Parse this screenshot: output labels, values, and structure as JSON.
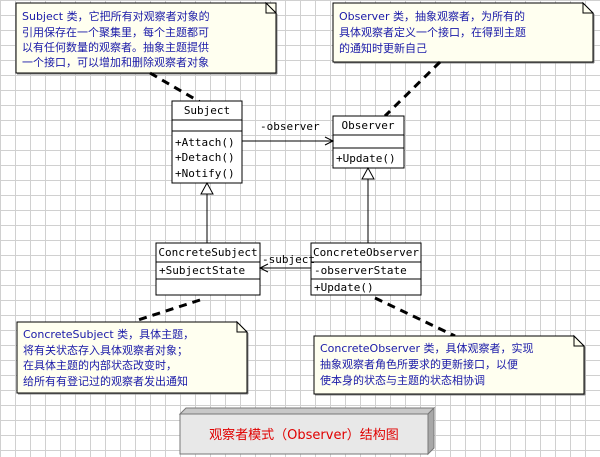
{
  "classes": {
    "subject": {
      "name": "Subject",
      "methods": [
        "+Attach()",
        "+Detach()",
        "+Notify()"
      ]
    },
    "observer": {
      "name": "Observer",
      "methods": [
        "+Update()"
      ]
    },
    "concrete_subject": {
      "name": "ConcreteSubject",
      "attributes": [
        "+SubjectState"
      ]
    },
    "concrete_observer": {
      "name": "ConcreteObserver",
      "attributes": [
        "-observerState"
      ],
      "methods": [
        "+Update()"
      ]
    }
  },
  "associations": {
    "observer": "-observer",
    "subject": "-subject"
  },
  "notes": {
    "subject": [
      "Subject 类，它把所有对观察者对象的",
      "引用保存在一个聚集里，每个主题都可",
      "以有任何数量的观察者。抽象主题提供",
      "一个接口，可以增加和删除观察者对象"
    ],
    "observer": [
      "Observer 类，抽象观察者，为所有的",
      "具体观察者定义一个接口，在得到主题",
      "的通知时更新自己"
    ],
    "concrete_subject": [
      "ConcreteSubject 类，具体主题，",
      "将有关状态存入具体观察者对象；",
      "在具体主题的内部状态改变时，",
      "给所有有登记过的观察者发出通知"
    ],
    "concrete_observer": [
      "ConcreteObserver 类，具体观察者，实现",
      "抽象观察者角色所要求的更新接口，以便",
      "使本身的状态与主题的状态相协调"
    ]
  },
  "title": "观察者模式（Observer）结构图"
}
